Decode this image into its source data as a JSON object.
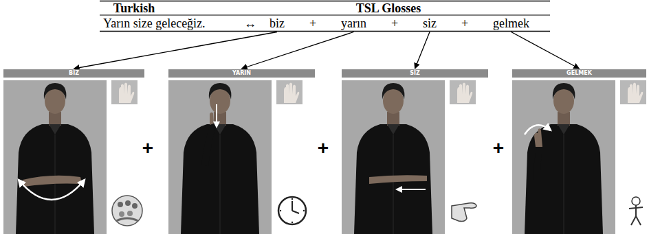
{
  "diagram": {
    "nodes": [
      {
        "text": [
          "biz"
        ]
      },
      {
        "text": [
          "yarın"
        ]
      },
      {
        "text": [
          "siz"
        ]
      },
      {
        "text": [
          "gelmek"
        ]
      },
      {
        "text": [
          "BİZ"
        ]
      },
      {
        "text": [
          "YARIN"
        ]
      },
      {
        "text": [
          "SİZ"
        ]
      },
      {
        "text": [
          "GELMEK"
        ]
      }
    ],
    "edges": [
      {
        "from": 0,
        "to": 4,
        "arrow": "to"
      },
      {
        "from": 1,
        "to": 5,
        "arrow": "to"
      },
      {
        "from": 2,
        "to": 6,
        "arrow": "to"
      },
      {
        "from": 3,
        "to": 7,
        "arrow": "to"
      }
    ],
    "labels": [
      "Turkish",
      "TSL Glosses",
      "Yarın size geleceğiz.",
      "↔",
      "+",
      "+",
      "+",
      "+",
      "+",
      "+"
    ]
  }
}
